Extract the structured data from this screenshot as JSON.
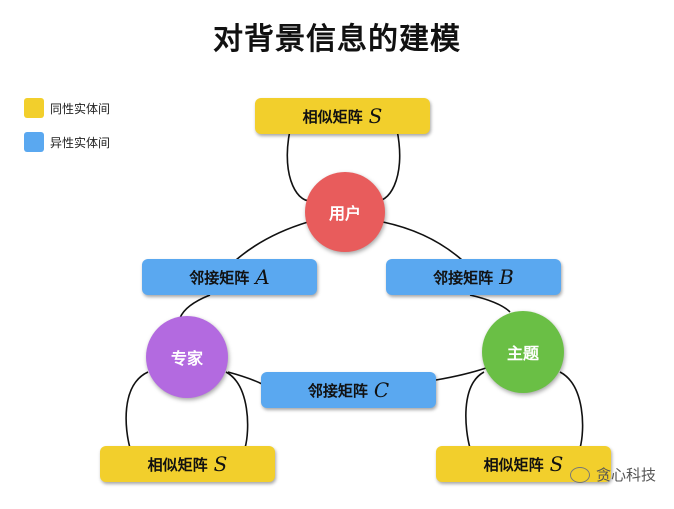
{
  "title": "对背景信息的建模",
  "legend": [
    {
      "label": "同性实体间",
      "color": "#f2cf2c"
    },
    {
      "label": "异性实体间",
      "color": "#5aa8f0"
    }
  ],
  "nodes": {
    "user": {
      "label": "用户",
      "color": "#e85c5c"
    },
    "expert": {
      "label": "专家",
      "color": "#b36ae0"
    },
    "topic": {
      "label": "主题",
      "color": "#6abf45"
    }
  },
  "matrices": {
    "similarity_top": {
      "label": "相似矩阵",
      "symbol": "S"
    },
    "adjacency_a": {
      "label": "邻接矩阵",
      "symbol": "A"
    },
    "adjacency_b": {
      "label": "邻接矩阵",
      "symbol": "B"
    },
    "adjacency_c": {
      "label": "邻接矩阵",
      "symbol": "C"
    },
    "similarity_left": {
      "label": "相似矩阵",
      "symbol": "S"
    },
    "similarity_right": {
      "label": "相似矩阵",
      "symbol": "S"
    }
  },
  "watermark": "贪心科技"
}
